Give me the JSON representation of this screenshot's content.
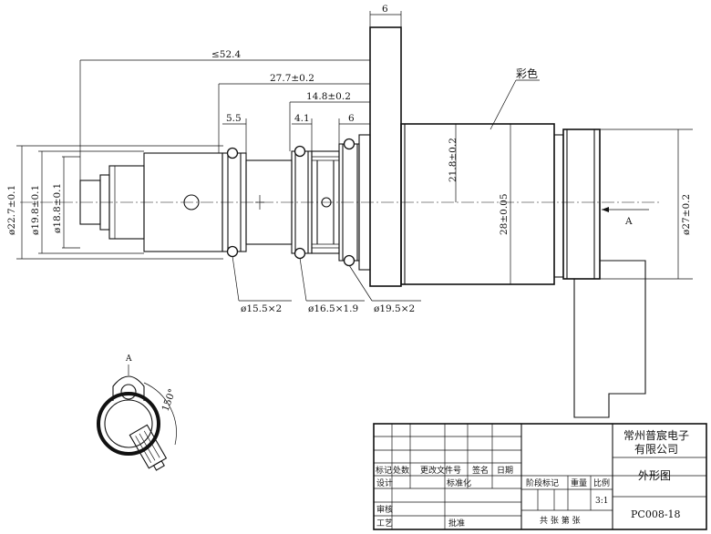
{
  "dimensions": {
    "flange_thickness": "6",
    "total_length": "≤52.4",
    "length_a": "27.7±0.2",
    "length_b": "14.8±0.2",
    "groove_1": "5.5",
    "groove_2": "4.1",
    "groove_3": "6",
    "dia_left_1": "ø22.7±0.1",
    "dia_left_2": "ø19.8±0.1",
    "dia_left_3": "ø18.8±0.1",
    "dia_body_1": "21.8±0.2",
    "dia_body_2": "28±0.05",
    "dia_right": "ø27±0.2",
    "oring_1": "ø15.5×2",
    "oring_2": "ø16.5×1.9",
    "oring_3": "ø19.5×2",
    "angle": "150°"
  },
  "labels": {
    "color_note": "彩色",
    "view_a": "A",
    "view_a_small": "A"
  },
  "title_block": {
    "company_line1": "常州普宸电子",
    "company_line2": "有限公司",
    "drawing_title": "外形图",
    "drawing_number": "PC008-18",
    "scale": "3:1",
    "sheet_text": "共    张 第    张",
    "h_mark": "标记",
    "h_count": "处数",
    "h_change_doc": "更改文件号",
    "h_sign": "签名",
    "h_date": "日期",
    "h_design": "设计",
    "h_standard": "标准化",
    "h_stage": "阶段标记",
    "h_weight": "重量",
    "h_scale": "比例",
    "h_review": "审核",
    "h_process": "工艺",
    "h_approve": "批准"
  }
}
